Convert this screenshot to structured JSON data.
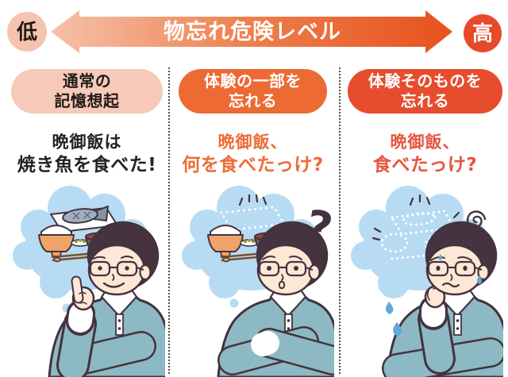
{
  "header": {
    "low_badge": "低",
    "high_badge": "高",
    "title": "物忘れ危険レベル"
  },
  "columns": [
    {
      "pill": {
        "line1": "通常の",
        "line2": "記憶想起"
      },
      "caption": {
        "line1": "晩御飯は",
        "line2": "焼き魚を食べた!"
      },
      "illustration": "man-remembering-full-dinner"
    },
    {
      "pill": {
        "line1": "体験の一部を",
        "line2": "忘れる"
      },
      "caption": {
        "line1": "晩御飯、",
        "line2": "何を食べたっけ?"
      },
      "illustration": "man-forgot-part-of-dinner",
      "question_glyph": "?"
    },
    {
      "pill": {
        "line1": "体験そのものを",
        "line2": "忘れる"
      },
      "caption": {
        "line1": "晩御飯、",
        "line2": "食べたっけ?"
      },
      "illustration": "man-forgot-dinner-itself"
    }
  ],
  "colors": {
    "arrow_grad_start": "#f5c2ab",
    "arrow_grad_mid": "#ee7e4b",
    "arrow_grad_end": "#e7511d",
    "low_badge_bg": "#f6c3ae",
    "low_badge_text": "#1f1a17",
    "high_badge_bg": "#e64a2a",
    "high_badge_text": "#ffffff",
    "pill1_bg": "#f6c9b8",
    "pill1_text": "#1f1a17",
    "pill2_bg": "#ed6a35",
    "pill3_bg": "#e74c2e",
    "pill_light_text": "#ffffff",
    "caption1_text": "#262220",
    "caption2_text": "#ee6b35",
    "caption3_text": "#e8543e",
    "separator": "#4c4c4c",
    "bubble": "#b7dbf2",
    "outline": "#43333f",
    "skin": "#fde7d5",
    "hair": "#453440",
    "sweater": "#8cb9c3",
    "collar": "#ffffff",
    "plate": "#ffffff",
    "fish": "#9fafbf",
    "fish_tail": "#8494a8",
    "rice": "#ffffff",
    "rice_bowl": "#f0a368",
    "soup_bowl": "#5e5f68",
    "soup": "#94492a",
    "greens": "#6f9c46",
    "carrot": "#e0862e",
    "chopsticks": "#7a4e2c",
    "sweat": "#5fa9dc"
  }
}
